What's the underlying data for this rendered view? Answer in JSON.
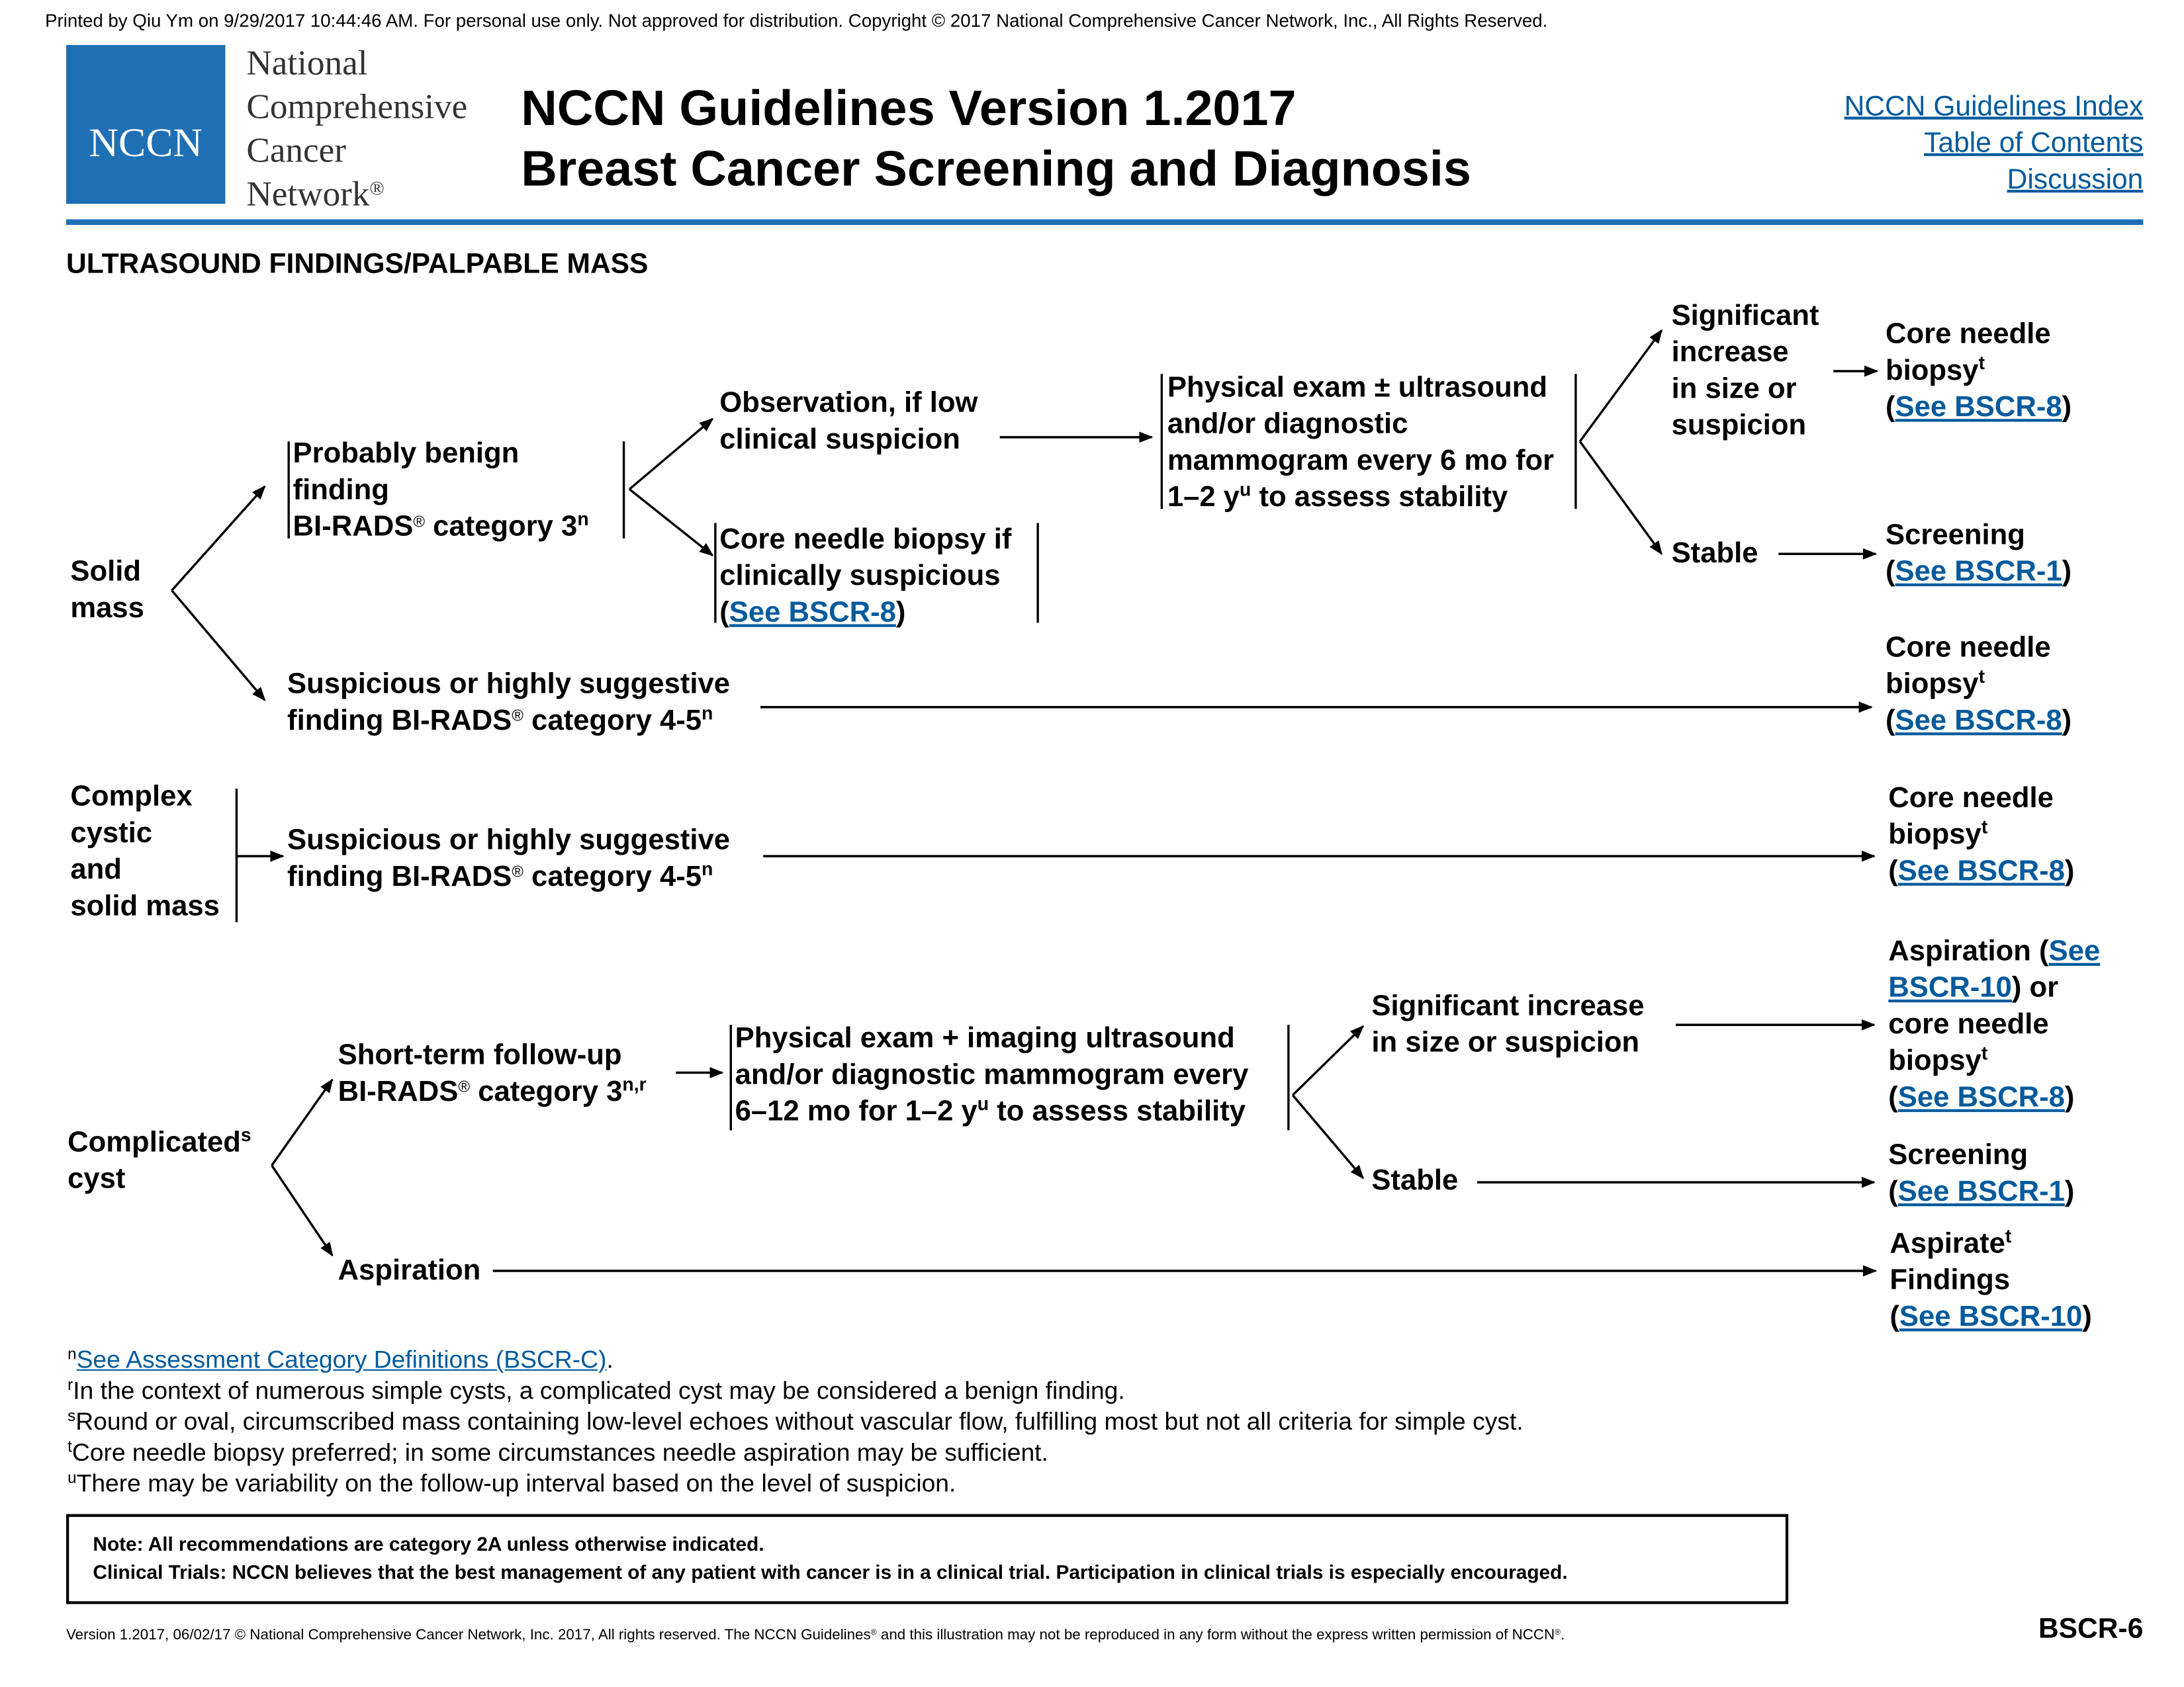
{
  "printed_notice": "Printed by Qiu Ym on 9/29/2017 10:44:46 AM. For personal use only. Not approved for distribution. Copyright © 2017 National Comprehensive Cancer Network, Inc., All Rights Reserved.",
  "logo": {
    "text": "NCCN",
    "org_lines": [
      "National",
      "Comprehensive",
      "Cancer",
      "Network"
    ],
    "brand_color": "#1f6fb5"
  },
  "title": {
    "line1": "NCCN Guidelines Version 1.2017",
    "line2": "Breast Cancer Screening and Diagnosis"
  },
  "nav_links": {
    "index": "NCCN Guidelines Index",
    "toc": "Table of Contents",
    "discussion": "Discussion"
  },
  "section_title": "ULTRASOUND FINDINGS/PALPABLE MASS",
  "flow": {
    "solid_mass": {
      "lines": [
        "Solid",
        "mass"
      ]
    },
    "probably_benign": {
      "lines": [
        "Probably benign",
        "finding",
        "BI-RADS"
      ],
      "sup_reg": "®",
      "suffix": " category 3",
      "sup": "n"
    },
    "observation": {
      "lines": [
        "Observation, if low",
        "clinical suspicion"
      ]
    },
    "core_if_suspicious": {
      "lines": [
        "Core needle biopsy if",
        "clinically suspicious"
      ],
      "link": "See BSCR-8"
    },
    "physical_exam_6mo": {
      "lines": [
        "Physical exam ± ultrasound",
        "and/or diagnostic",
        "mammogram every 6 mo for",
        "1–2 y"
      ],
      "sup": "u",
      "suffix": " to assess stability"
    },
    "significant_increase_1": {
      "lines": [
        "Significant",
        "increase",
        "in size or",
        "suspicion"
      ]
    },
    "stable_1": "Stable",
    "core_needle_1": {
      "lines": [
        "Core needle",
        "biopsy"
      ],
      "sup": "t",
      "link": "See BSCR-8"
    },
    "screening_1": {
      "label": "Screening",
      "link": "See BSCR-1"
    },
    "suspicious_solid": {
      "line1": "Suspicious or highly suggestive",
      "line2_prefix": "finding BI-RADS",
      "sup_reg": "®",
      "line2_suffix": " category 4-5",
      "sup": "n"
    },
    "core_needle_2": {
      "lines": [
        "Core needle",
        "biopsy"
      ],
      "sup": "t",
      "link": "See BSCR-8"
    },
    "complex_cystic": {
      "lines": [
        "Complex",
        "cystic",
        "and",
        "solid mass"
      ]
    },
    "suspicious_complex": {
      "line1": "Suspicious or highly suggestive",
      "line2_prefix": "finding BI-RADS",
      "sup_reg": "®",
      "line2_suffix": " category 4-5",
      "sup": "n"
    },
    "core_needle_3": {
      "lines": [
        "Core needle",
        "biopsy"
      ],
      "sup": "t",
      "link": "See BSCR-8"
    },
    "complicated_cyst": {
      "line1": "Complicated",
      "sup": "s",
      "line2": "cyst"
    },
    "short_term": {
      "line1": "Short-term follow-up",
      "line2_prefix": "BI-RADS",
      "sup_reg": "®",
      "line2_suffix": " category 3",
      "sup": "n,r"
    },
    "physical_exam_6_12": {
      "lines": [
        "Physical exam + imaging ultrasound",
        "and/or diagnostic mammogram every",
        "6–12 mo for 1–2 y"
      ],
      "sup": "u",
      "suffix": " to assess stability"
    },
    "significant_increase_2": {
      "lines": [
        "Significant increase",
        "in size or suspicion"
      ]
    },
    "aspiration_or_core": {
      "prefix": "Aspiration",
      "link1a": "See",
      "link1b": "BSCR-10",
      "middle": " or",
      "lines": [
        "core needle",
        "biopsy"
      ],
      "sup": "t",
      "link2": "See BSCR-8"
    },
    "stable_2": "Stable",
    "screening_2": {
      "label": "Screening",
      "link": "See BSCR-1"
    },
    "aspiration": "Aspiration",
    "aspirate_findings": {
      "line1": "Aspirate",
      "sup": "t",
      "line2": "Findings",
      "link": "See BSCR-10"
    }
  },
  "footnotes": [
    {
      "mark": "n",
      "link": "See Assessment Category Definitions (BSCR-C)",
      "text": "."
    },
    {
      "mark": "r",
      "text": "In the context of numerous simple cysts, a complicated cyst may be considered a benign finding."
    },
    {
      "mark": "s",
      "text": "Round or oval, circumscribed mass containing low-level echoes without vascular flow, fulfilling most but not all criteria for simple cyst."
    },
    {
      "mark": "t",
      "text": "Core needle biopsy preferred; in some circumstances needle aspiration may be sufficient."
    },
    {
      "mark": "u",
      "text": "There may be variability on the follow-up interval based on the level of suspicion."
    }
  ],
  "note_box": {
    "line1": "Note:  All recommendations are category 2A unless otherwise indicated.",
    "line2": "Clinical Trials: NCCN believes that the best management of any patient with cancer is in a clinical trial.  Participation in clinical trials is especially encouraged."
  },
  "version_line": {
    "part1": "Version 1.2017, 06/02/17 © National Comprehensive Cancer Network, Inc. 2017, All rights reserved. The NCCN Guidelines",
    "reg": "®",
    "part2": " and this illustration may not be reproduced in any form without the express written permission of NCCN",
    "end": "."
  },
  "page_id": "BSCR-6"
}
